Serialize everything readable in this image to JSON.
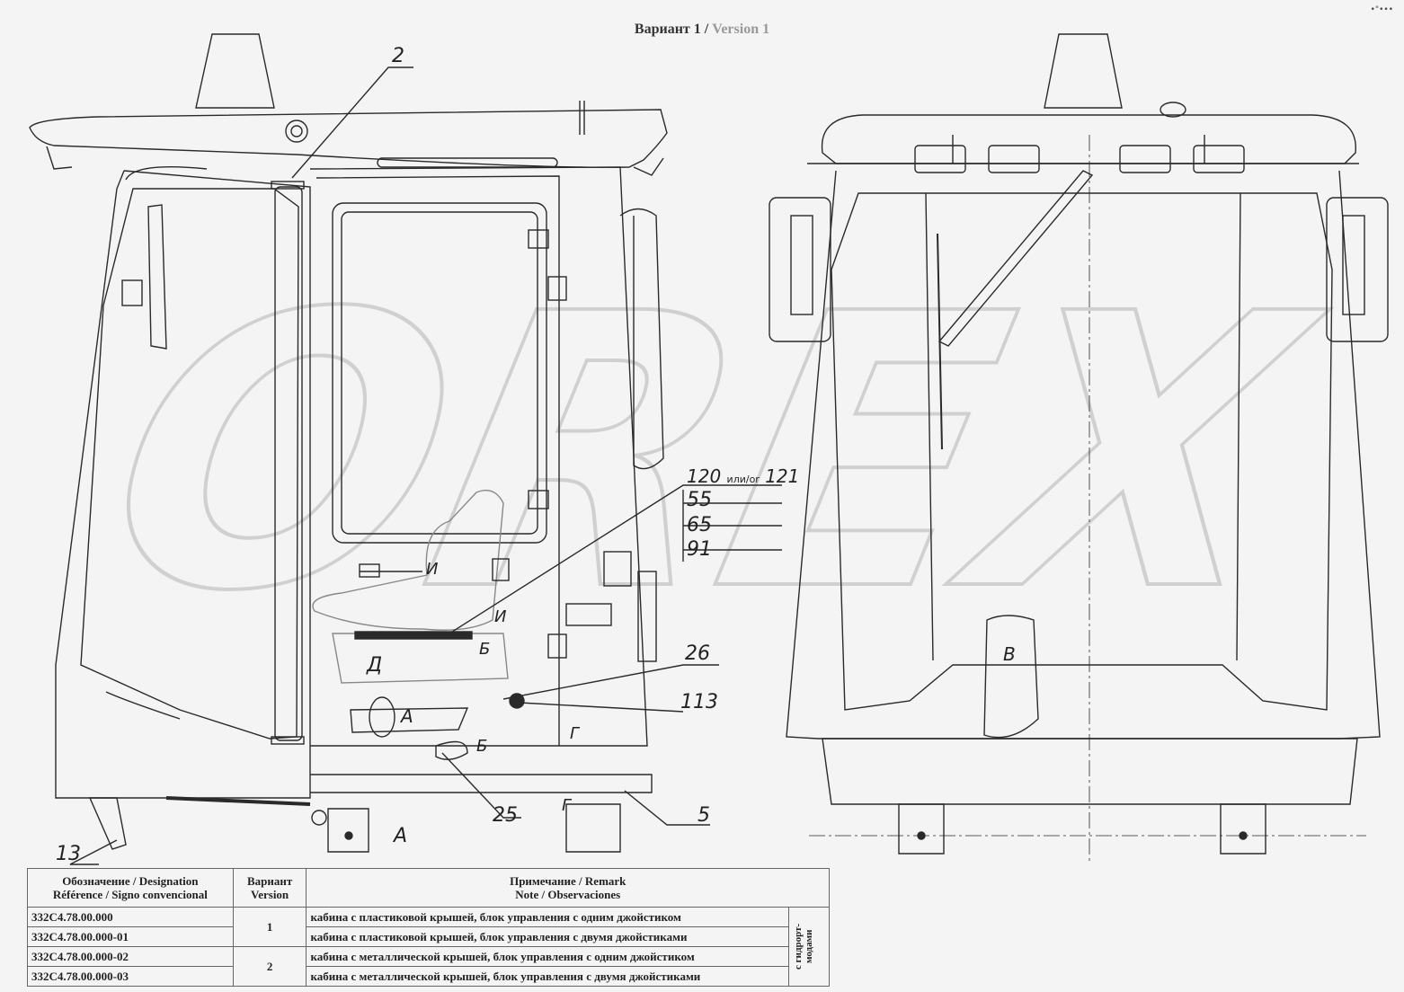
{
  "title": {
    "ru": "Вариант 1",
    "sep": " / ",
    "en": "Version 1"
  },
  "corner_mark": "•\"•••",
  "watermark": "OREX",
  "callouts": {
    "c2": "2",
    "c120": "120",
    "c120_or": "или/or",
    "c121": "121",
    "c55": "55",
    "c65": "65",
    "c91": "91",
    "c26": "26",
    "c113": "113",
    "c25": "25",
    "c5": "5",
    "c13": "13"
  },
  "view_letters": {
    "I1": "И",
    "I2": "И",
    "B1": "Б",
    "B2": "Б",
    "D": "Д",
    "A1": "А",
    "A2": "А",
    "G1": "Г",
    "G2": "Г",
    "V": "В"
  },
  "table": {
    "headers": {
      "designation": "Обозначение / Designation",
      "designation2": "Référence / Signo convencional",
      "version": "Вариант",
      "version2": "Version",
      "remark": "Примечание / Remark",
      "remark2": "Note / Observaciones"
    },
    "rows": [
      {
        "code": "332С4.78.00.000",
        "remark": "кабина с пластиковой крышей, блок управления с одним джойстиком"
      },
      {
        "code": "332С4.78.00.000-01",
        "remark": "кабина с пластиковой крышей, блок управления с двумя джойстиками"
      },
      {
        "code": "332С4.78.00.000-02",
        "remark": "кабина с металлической крышей, блок управления с одним джойстиком"
      },
      {
        "code": "332С4.78.00.000-03",
        "remark": "кабина с металлической крышей, блок управления с двумя джойстиками"
      }
    ],
    "version_groups": [
      "1",
      "2"
    ],
    "side_note": "с гидрорт-модами"
  },
  "colors": {
    "line": "#2a2a2a",
    "watermark": "#d8d8d8",
    "paper": "#f4f4f4"
  }
}
